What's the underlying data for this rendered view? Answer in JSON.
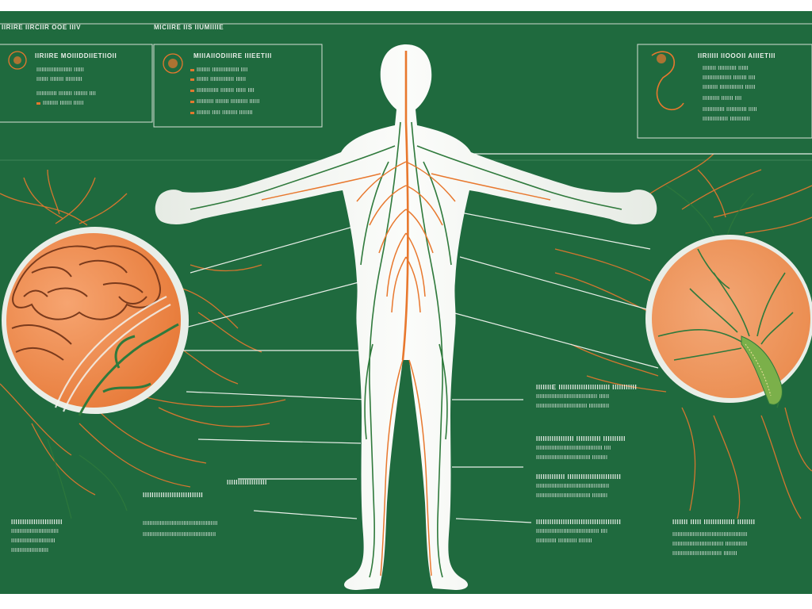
{
  "colors": {
    "background": "#1f6a3e",
    "accent_orange": "#e8782e",
    "nerve_green": "#2f7a3c",
    "body_white": "#f1f3ef",
    "text": "#e9efe9"
  },
  "top_strip": {
    "left_label": "IIRIRE IIRCIIR OOE IIIV",
    "center_label": "MICIIRE IIS IIUMIIIIE"
  },
  "panels": [
    {
      "title": "IIRIIRE MOIIIDDIIETIIOII",
      "lines": [
        "IIIIIIIIIIIIIIIIIIIII IIIIII",
        "IIIIIII IIIIIIII IIIIIIIIII",
        "IIIIIIIIIIII IIIIIIII IIIIIIII IIII",
        "IIIIIIIII IIIIIII IIIIII"
      ]
    },
    {
      "title": "MIIIAIIODIIIRE IIIEETIII",
      "lines": [
        "IIIIIIII IIIIIIIIIIIIIIII IIII",
        "IIIIIII IIIIIIIIIIIIII IIIIII",
        "IIIIIIIIIIIII IIIIIIII IIIIII IIII",
        "IIIIIIIIII IIIIIIII IIIIIIIIII IIIIII",
        "IIIIIIII IIIII IIIIIIIII IIIIIIII"
      ]
    },
    {
      "title": "IIRIIIII IIOOOII AIIIETIII",
      "lines": [
        "IIIIIIII IIIIIIIIIII IIIIII",
        "IIIIIIIIIIIIIIIII IIIIIIII IIII",
        "IIIIIIIII IIIIIIIIIIIIII IIIIII",
        "IIIIIIIIII IIIIIII IIII",
        "IIIIIIIIIIIII IIIIIIIIIIII IIIII",
        "IIIIIIIIIIIIIII IIIIIIIIIIII"
      ]
    }
  ],
  "right_blocks": [
    {
      "title": "IIIIIIIE IIIIIIIIIIIIIIIIIIIIIII IIIIIIIIIII",
      "lines": [
        "IIIIIIIIIIIIIIIIIIIIIIIIIIIIIIIIIIII IIIIII",
        "IIIIIIIIIIIIIIIIIIIIIIIIIIIIII IIIIIIIIIIII"
      ]
    },
    {
      "title": "IIIIIIIIIIIIIIIII IIIIIIIIIII IIIIIIIIII",
      "lines": [
        "IIIIIIIIIIIIIIIIIIIIIIIIIIIIIIIIIIIIIII IIII",
        "IIIIIIIIIIIIIIIIIIIIIIIIIIIIIIII IIIIIIIII"
      ]
    },
    {
      "title": "IIIIIIIIIIIII IIIIIIIIIIIIIIIIIIIIIIII",
      "lines": [
        "IIIIIIIIIIIIIIIIIIIIIIIIIIIIIIIIIIIIIIIIIII",
        "IIIIIIIIIIIIIIIIIIIIIIIIIIIIIIII IIIIIIIII"
      ]
    },
    {
      "title": "IIIIIIIIIIIIIIIIIIIIIIIIIIIIIIIIIIIIII",
      "lines": [
        "IIIIIIIIIIIIIIIIIIIIIIIIIIIIIIIIIIIII IIII",
        "IIIIIIIIIIII IIIIIIIIIII IIIIIIII"
      ]
    },
    {
      "title": "IIIIIII IIIII IIIIIIIIIIIIII IIIIIIII",
      "lines": [
        "IIIIIIIIIIIIIIIIIIIIIIIIIIIIIIIIIIIIIIIIIIII",
        "IIIIIIIIIIIIIIIIIIIIIIIIIIIIII IIIIIIIIIIIII",
        "IIIIIIIIIIIIIIIIIIIIIIIIIIIII IIIIIIII"
      ]
    }
  ],
  "left_blocks": [
    {
      "title": "IIIIIIIIIIIIIIIIIIIIIII",
      "lines": [
        "IIIIIIIIIIIIIIIIIIIIIIIIIIII",
        "IIIIIIIIIIIIIIIIIIIIIIIIII",
        "IIIIIIIIIIIIIIIIIIIIII"
      ]
    },
    {
      "title": "IIIIIIIIIIIIIIIIIIIIIIIIIII",
      "lines": [
        "IIIIIIIIIIIIIIIIIIIIIIIIIIIIIIIIIIIIIIIIIIII",
        "IIIIIIIIIIIIIIIIIIIIIIIIIIIIIIIIIIIIIIIIIII"
      ]
    },
    {
      "title": "IIIIIIIIIIIIIIIIII",
      "lines": []
    }
  ]
}
